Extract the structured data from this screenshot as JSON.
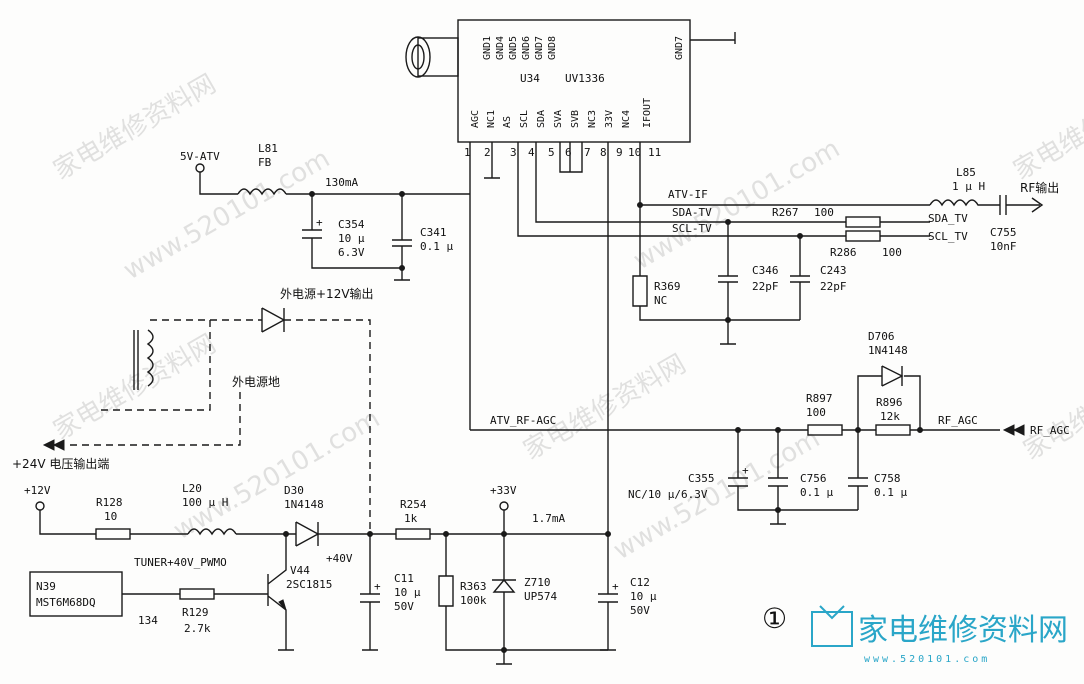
{
  "ic": {
    "ref": "U34",
    "part": "UV1336",
    "pins_top": [
      "GND1",
      "GND4",
      "GND5",
      "GND6",
      "GND7",
      "GND8"
    ],
    "pin_top_right": "GND7",
    "pins_bottom": [
      "AGC",
      "NC1",
      "AS",
      "SCL",
      "SDA",
      "SVA",
      "SVB",
      "NC3",
      "33V",
      "NC4",
      "IFOUT"
    ],
    "pin_numbers": [
      "1",
      "2",
      "3",
      "4",
      "5",
      "6",
      "7",
      "8",
      "9",
      "10",
      "11"
    ]
  },
  "power_5v": {
    "net": "5V-ATV",
    "inductor_ref": "L81",
    "inductor_val": "FB",
    "current": "130mA"
  },
  "c354": {
    "ref": "C354",
    "v1": "10 µ",
    "v2": "6.3V"
  },
  "c341": {
    "ref": "C341",
    "v1": "0.1 µ"
  },
  "external": {
    "plus12_out": "外电源+12V输出",
    "ground": "外电源地",
    "plus24_in": "+24V 电压输出端"
  },
  "rf_path": {
    "net_if": "ATV-IF",
    "l85_ref": "L85",
    "l85_val": "1 µ H",
    "rf_out": "RF输出",
    "c755_ref": "C755",
    "c755_val": "10nF"
  },
  "i2c": {
    "sda_net": "SDA-TV",
    "scl_net": "SCL-TV",
    "r267": "R267",
    "r267_val": "100",
    "r286": "R286",
    "r286_val": "100",
    "sda_out": "SDA_TV",
    "scl_out": "SCL_TV"
  },
  "r369": {
    "ref": "R369",
    "val": "NC"
  },
  "c346": {
    "ref": "C346",
    "val": "22pF"
  },
  "c243": {
    "ref": "C243",
    "val": "22pF"
  },
  "agc": {
    "net": "ATV_RF-AGC",
    "d706_ref": "D706",
    "d706_val": "1N4148",
    "r897": "R897",
    "r897_val": "100",
    "r896": "R896",
    "r896_val": "12k",
    "rf_agc_net": "RF_AGC",
    "rf_agc_in": "RF_AGC"
  },
  "c355": {
    "ref": "C355",
    "val": "NC/10 µ/6.3V"
  },
  "c756": {
    "ref": "C756",
    "val": "0.1 µ"
  },
  "c758": {
    "ref": "C758",
    "val": "0.1 µ"
  },
  "supply12": {
    "net": "+12V",
    "r128": "R128",
    "r128_val": "10",
    "l20": "L20",
    "l20_val": "100 µ H",
    "d30": "D30",
    "d30_val": "1N4148",
    "plus40": "+40V",
    "pwm": "TUNER+40V_PWMO"
  },
  "q": {
    "ref": "V44",
    "part": "2SC1815"
  },
  "r129": {
    "ref": "R129",
    "val": "2.7k"
  },
  "n39": {
    "ref": "N39",
    "part": "MST6M68DQ",
    "pin": "134"
  },
  "c11": {
    "ref": "C11",
    "v1": "10 µ",
    "v2": "50V"
  },
  "r254": {
    "ref": "R254",
    "val": "1k"
  },
  "supply33": {
    "net": "+33V",
    "current": "1.7mA"
  },
  "r363": {
    "ref": "R363",
    "val": "100k"
  },
  "z710": {
    "ref": "Z710",
    "val": "UP574"
  },
  "c12": {
    "ref": "C12",
    "v1": "10 µ",
    "v2": "50V"
  },
  "figure_mark": "①",
  "watermark": {
    "text": "家电维修资料网",
    "url": "www.520101.com"
  },
  "logo": {
    "text": "家电维修资料网",
    "sub": "www.520101.com"
  }
}
